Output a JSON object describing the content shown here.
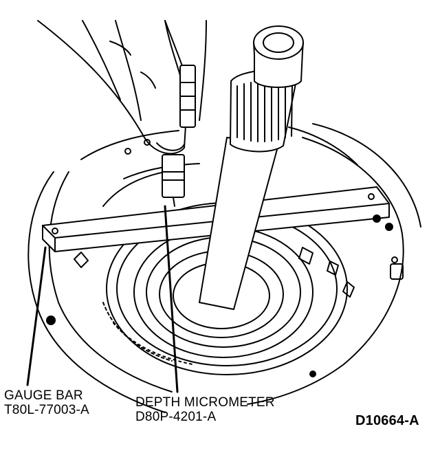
{
  "labels": {
    "gauge_bar": "GAUGE BAR",
    "gauge_bar_part": "T80L-77003-A",
    "depth_micrometer": "DEPTH MICROMETER",
    "depth_micrometer_part": "D80P-4201-A",
    "figure_ref": "D10664-A"
  },
  "colors": {
    "ink": "#000000",
    "paper": "#ffffff"
  }
}
